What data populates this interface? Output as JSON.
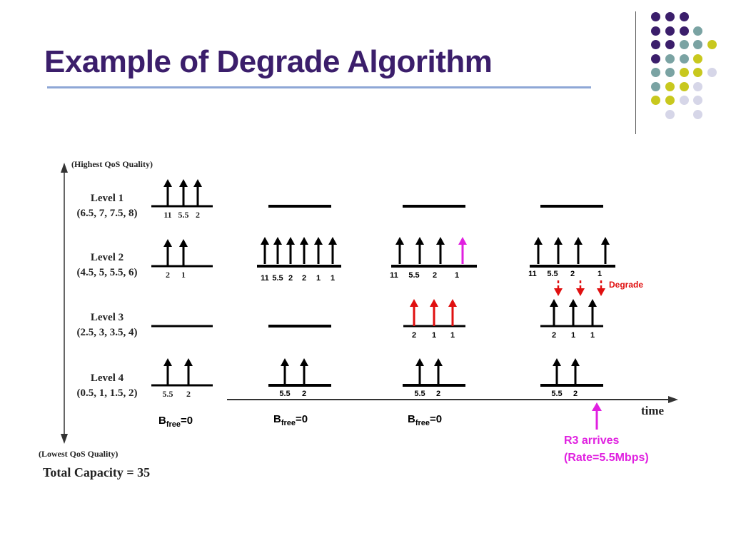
{
  "title": "Example of Degrade Algorithm",
  "colors": {
    "title": "#3b1e6b",
    "underline": "#8ea7d6",
    "dot_purple": "#3b1e6b",
    "dot_teal": "#7aa3a3",
    "dot_yellow": "#c8c81e",
    "dot_lavender": "#d6d6e8",
    "highlight_red": "#e01010",
    "highlight_magenta": "#e020e0"
  },
  "axis": {
    "top_label": "(Highest QoS Quality)",
    "bottom_label": "(Lowest QoS Quality)",
    "time_label": "time"
  },
  "levels": [
    {
      "name": "Level 1",
      "range": "(6.5, 7, 7.5, 8)"
    },
    {
      "name": "Level 2",
      "range": "(4.5, 5, 5.5, 6)"
    },
    {
      "name": "Level 3",
      "range": "(2.5, 3, 3.5, 4)"
    },
    {
      "name": "Level 4",
      "range": "(0.5, 1, 1.5, 2)"
    }
  ],
  "total_capacity": "Total Capacity = 35",
  "columns": [
    {
      "levels": [
        {
          "arrows": [
            "11",
            "5.5",
            "2"
          ]
        },
        {
          "arrows": [
            "2",
            "1"
          ]
        },
        {
          "arrows": []
        },
        {
          "arrows": [
            "5.5",
            "2"
          ]
        }
      ]
    },
    {
      "levels": [
        {
          "arrows": []
        },
        {
          "arrows": [
            "11",
            "5.5",
            "2",
            "2",
            "1",
            "1"
          ]
        },
        {
          "arrows": []
        },
        {
          "arrows": [
            "5.5",
            "2"
          ]
        }
      ]
    },
    {
      "levels": [
        {
          "arrows": []
        },
        {
          "arrows": [
            "11",
            "5.5",
            "2",
            "1"
          ]
        },
        {
          "arrows": [
            "2",
            "1",
            "1"
          ]
        },
        {
          "arrows": [
            "5.5",
            "2"
          ]
        }
      ]
    },
    {
      "levels": [
        {
          "arrows": []
        },
        {
          "arrows": [
            "11",
            "5.5",
            "2",
            "1"
          ]
        },
        {
          "arrows": [
            "2",
            "1",
            "1"
          ]
        },
        {
          "arrows": [
            "5.5",
            "2"
          ]
        }
      ]
    }
  ],
  "bfree": {
    "base": "B",
    "sub": "free",
    "value": "=0"
  },
  "degrade_label": "Degrade",
  "arrival": {
    "line1": "R3 arrives",
    "line2": "(Rate=5.5Mbps)"
  }
}
